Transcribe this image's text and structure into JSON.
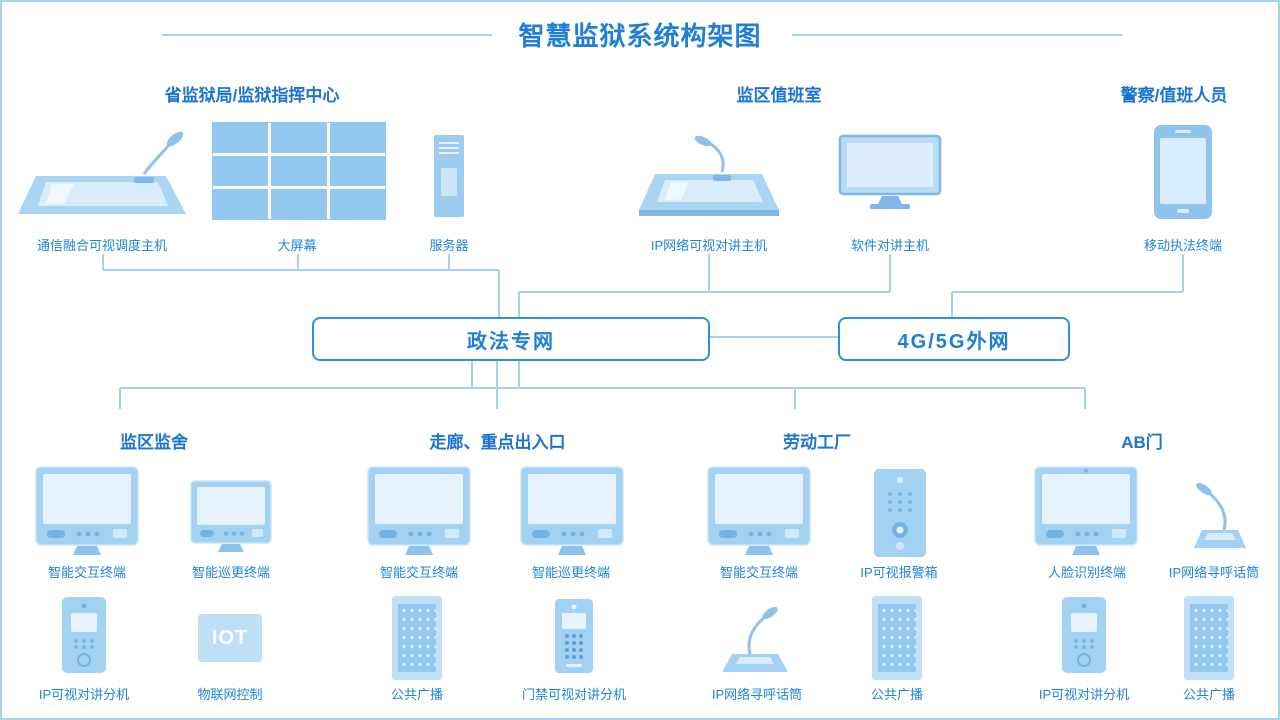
{
  "title": "智慧监狱系统构架图",
  "sections": {
    "command_center": "省监狱局/监狱指挥中心",
    "duty_room": "监区值班室",
    "police": "警察/值班人员",
    "cells": "监区监舍",
    "corridor": "走廊、重点出入口",
    "factory": "劳动工厂",
    "ab_door": "AB门"
  },
  "networks": {
    "justice": "政法专网",
    "cellular": "4G/5G外网"
  },
  "devices": {
    "dispatch_host": "通信融合可视调度主机",
    "big_screen": "大屏幕",
    "server": "服务器",
    "ip_video_intercom_host": "IP网络可视对讲主机",
    "software_intercom_host": "软件对讲主机",
    "mobile_enforcement_terminal": "移动执法终端",
    "interactive_terminal": "智能交互终端",
    "patrol_terminal": "智能巡更终端",
    "alarm_box": "IP可视报警箱",
    "face_terminal": "人脸识别终端",
    "paging_mic": "IP网络寻呼话筒",
    "video_intercom_ext": "IP可视对讲分机",
    "iot_text": "IOT",
    "iot_control": "物联网控制",
    "public_broadcast": "公共广播",
    "door_intercom_ext": "门禁可视对讲分机"
  },
  "colors": {
    "accent_text": "#1F7ED6",
    "device_fill": "#A3D1F2",
    "connector_line": "#A5D2F1",
    "network_box_border": "#2E8FDE"
  }
}
